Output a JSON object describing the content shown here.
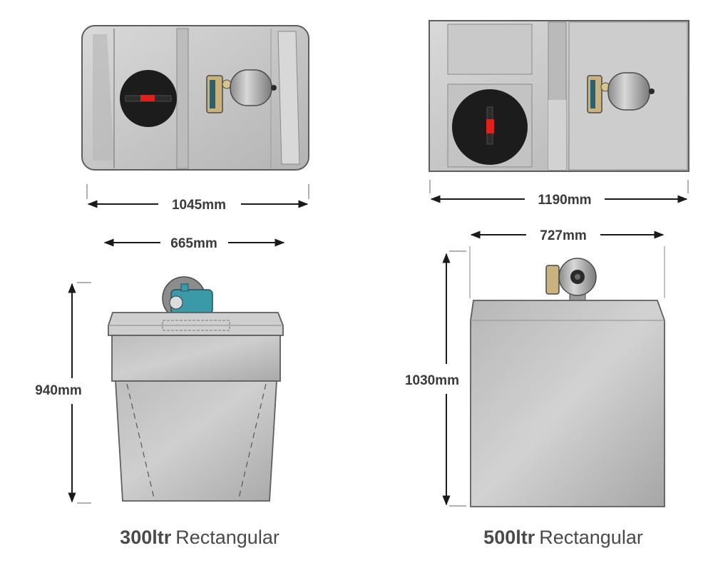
{
  "products": [
    {
      "capacity": "300ltr",
      "shape": "Rectangular",
      "dimensions": {
        "top_width": "1045mm",
        "front_width": "665mm",
        "height": "940mm"
      }
    },
    {
      "capacity": "500ltr",
      "shape": "Rectangular",
      "dimensions": {
        "top_width": "1190mm",
        "front_width": "727mm",
        "height": "1030mm"
      }
    }
  ],
  "colors": {
    "tank_body": "#c3c3c3",
    "tank_edge": "#6a6a6a",
    "lid": "#1c1c1c",
    "lid_handle": "#e0201a",
    "pump_teal": "#3a9aa8",
    "dimension_line": "#1a1a1a"
  }
}
